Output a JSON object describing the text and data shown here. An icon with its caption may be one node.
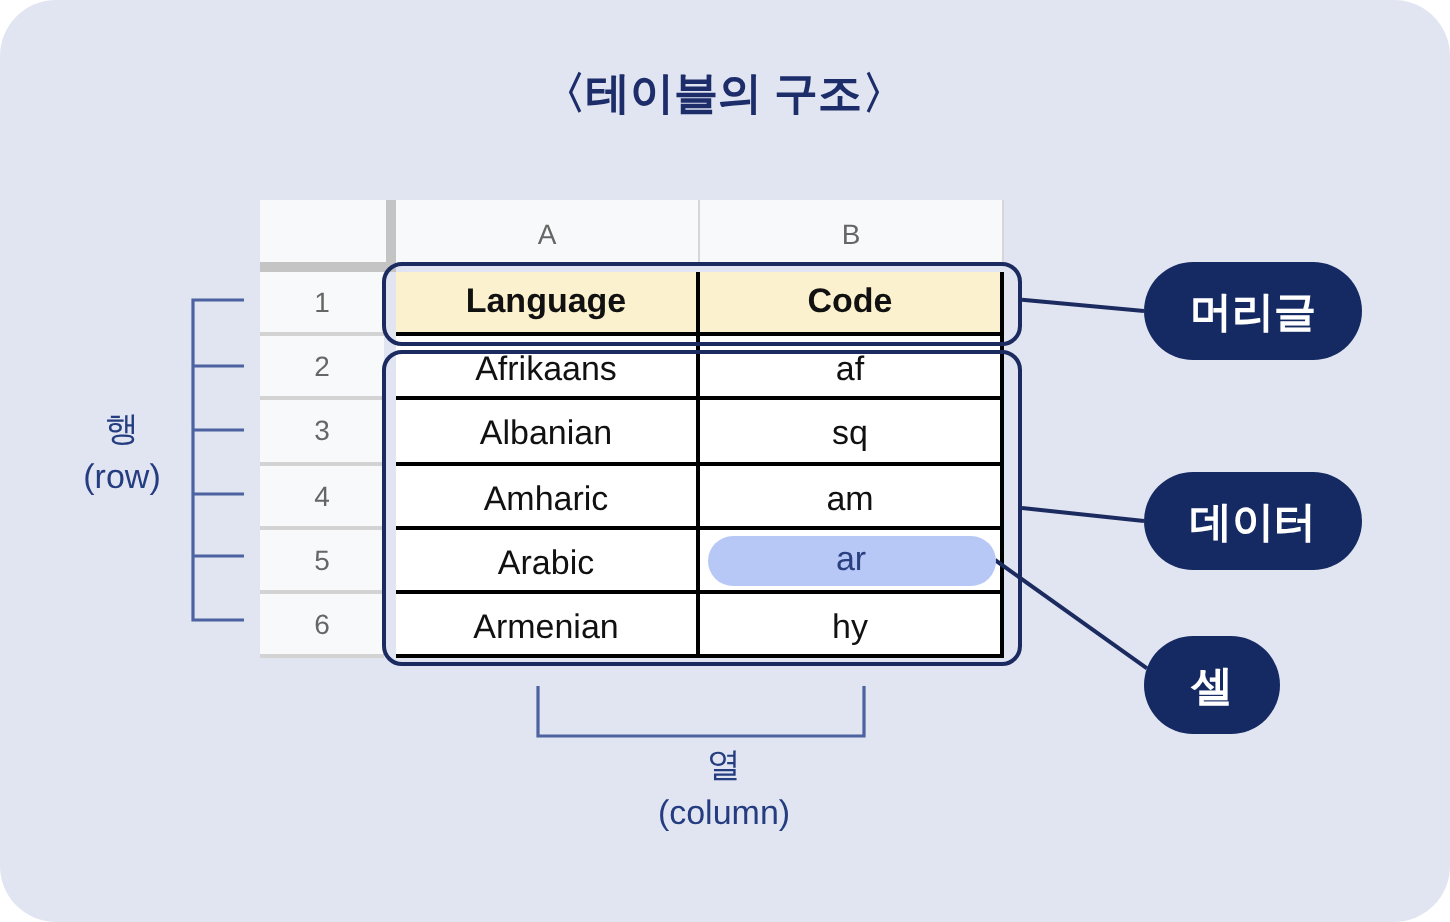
{
  "diagram": {
    "title": "〈테이블의 구조〉",
    "nodes": [
      {
        "text": [],
        "shape": "box"
      },
      {
        "text": [],
        "shape": "box"
      },
      {
        "text": [
          "ar"
        ],
        "in": 1
      },
      {
        "text": [
          "머리글"
        ]
      },
      {
        "text": [
          "데이터"
        ]
      },
      {
        "text": [
          "셀"
        ]
      }
    ],
    "edges": [
      {
        "from": 3,
        "to": 0,
        "arrow": "none"
      },
      {
        "from": 4,
        "to": 1,
        "arrow": "none"
      },
      {
        "from": 5,
        "to": 2,
        "arrow": "none"
      }
    ],
    "labels": [
      "A",
      "B",
      "1",
      "Language",
      "Code",
      "2",
      "Afrikaans",
      "af",
      "3",
      "Albanian",
      "sq",
      "4",
      "Amharic",
      "am",
      "5",
      "Arabic",
      "6",
      "Armenian",
      "hy",
      "행 (row)",
      "열 (column)"
    ]
  }
}
